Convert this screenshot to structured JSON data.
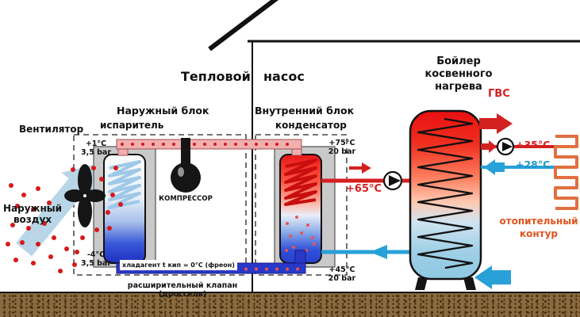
{
  "title": {
    "left": "Тепловой",
    "right": "насос"
  },
  "left_side": {
    "fan_label": "Вентилятор",
    "outdoor_air_line1": "Наружный",
    "outdoor_air_line2": "воздух"
  },
  "outdoor_unit": {
    "label": "Наружный блок",
    "evaporator_label": "испаритель",
    "top_temp": "+1°С",
    "top_pressure": "3,5 bar",
    "bottom_temp": "-4°С",
    "bottom_pressure": "3,5 bar",
    "compressor_label": "КОМПРЕССОР",
    "refrigerant_label": "хладагент t кип = 0°С (фреон)",
    "expansion_valve_label": "расширительный клапан (дроссель)"
  },
  "indoor_unit": {
    "label": "Внутренний блок",
    "condenser_label": "конденсатор",
    "top_temp": "+75°С",
    "top_pressure": "20 bar",
    "bottom_temp": "+45°С",
    "bottom_pressure": "20 bar"
  },
  "boiler": {
    "label_line1": "Бойлер",
    "label_line2": "косвенного",
    "label_line3": "нагрева",
    "supply_temp": "+65°С",
    "dhw_label": "ГВС",
    "heating_supply_temp": "+35°С",
    "heating_return_temp": "+28°С",
    "heating_circuit_line1": "отопительный",
    "heating_circuit_line2": "контур"
  },
  "icons": {
    "pump": "pump-icon (circle with triangle)",
    "fan": "fan-icon (black propeller)",
    "flow_arrows": "arrow-icon"
  },
  "colors": {
    "hot_red": "#d42020",
    "cold_blue": "#2838c8",
    "teal": "#2299cc",
    "orange": "#e05520",
    "pink_pipe": "#f0b0b0",
    "dot_red": "#d81818",
    "ground_brown": "#8a6a3e",
    "air_arrow": "#b8d6e8"
  }
}
